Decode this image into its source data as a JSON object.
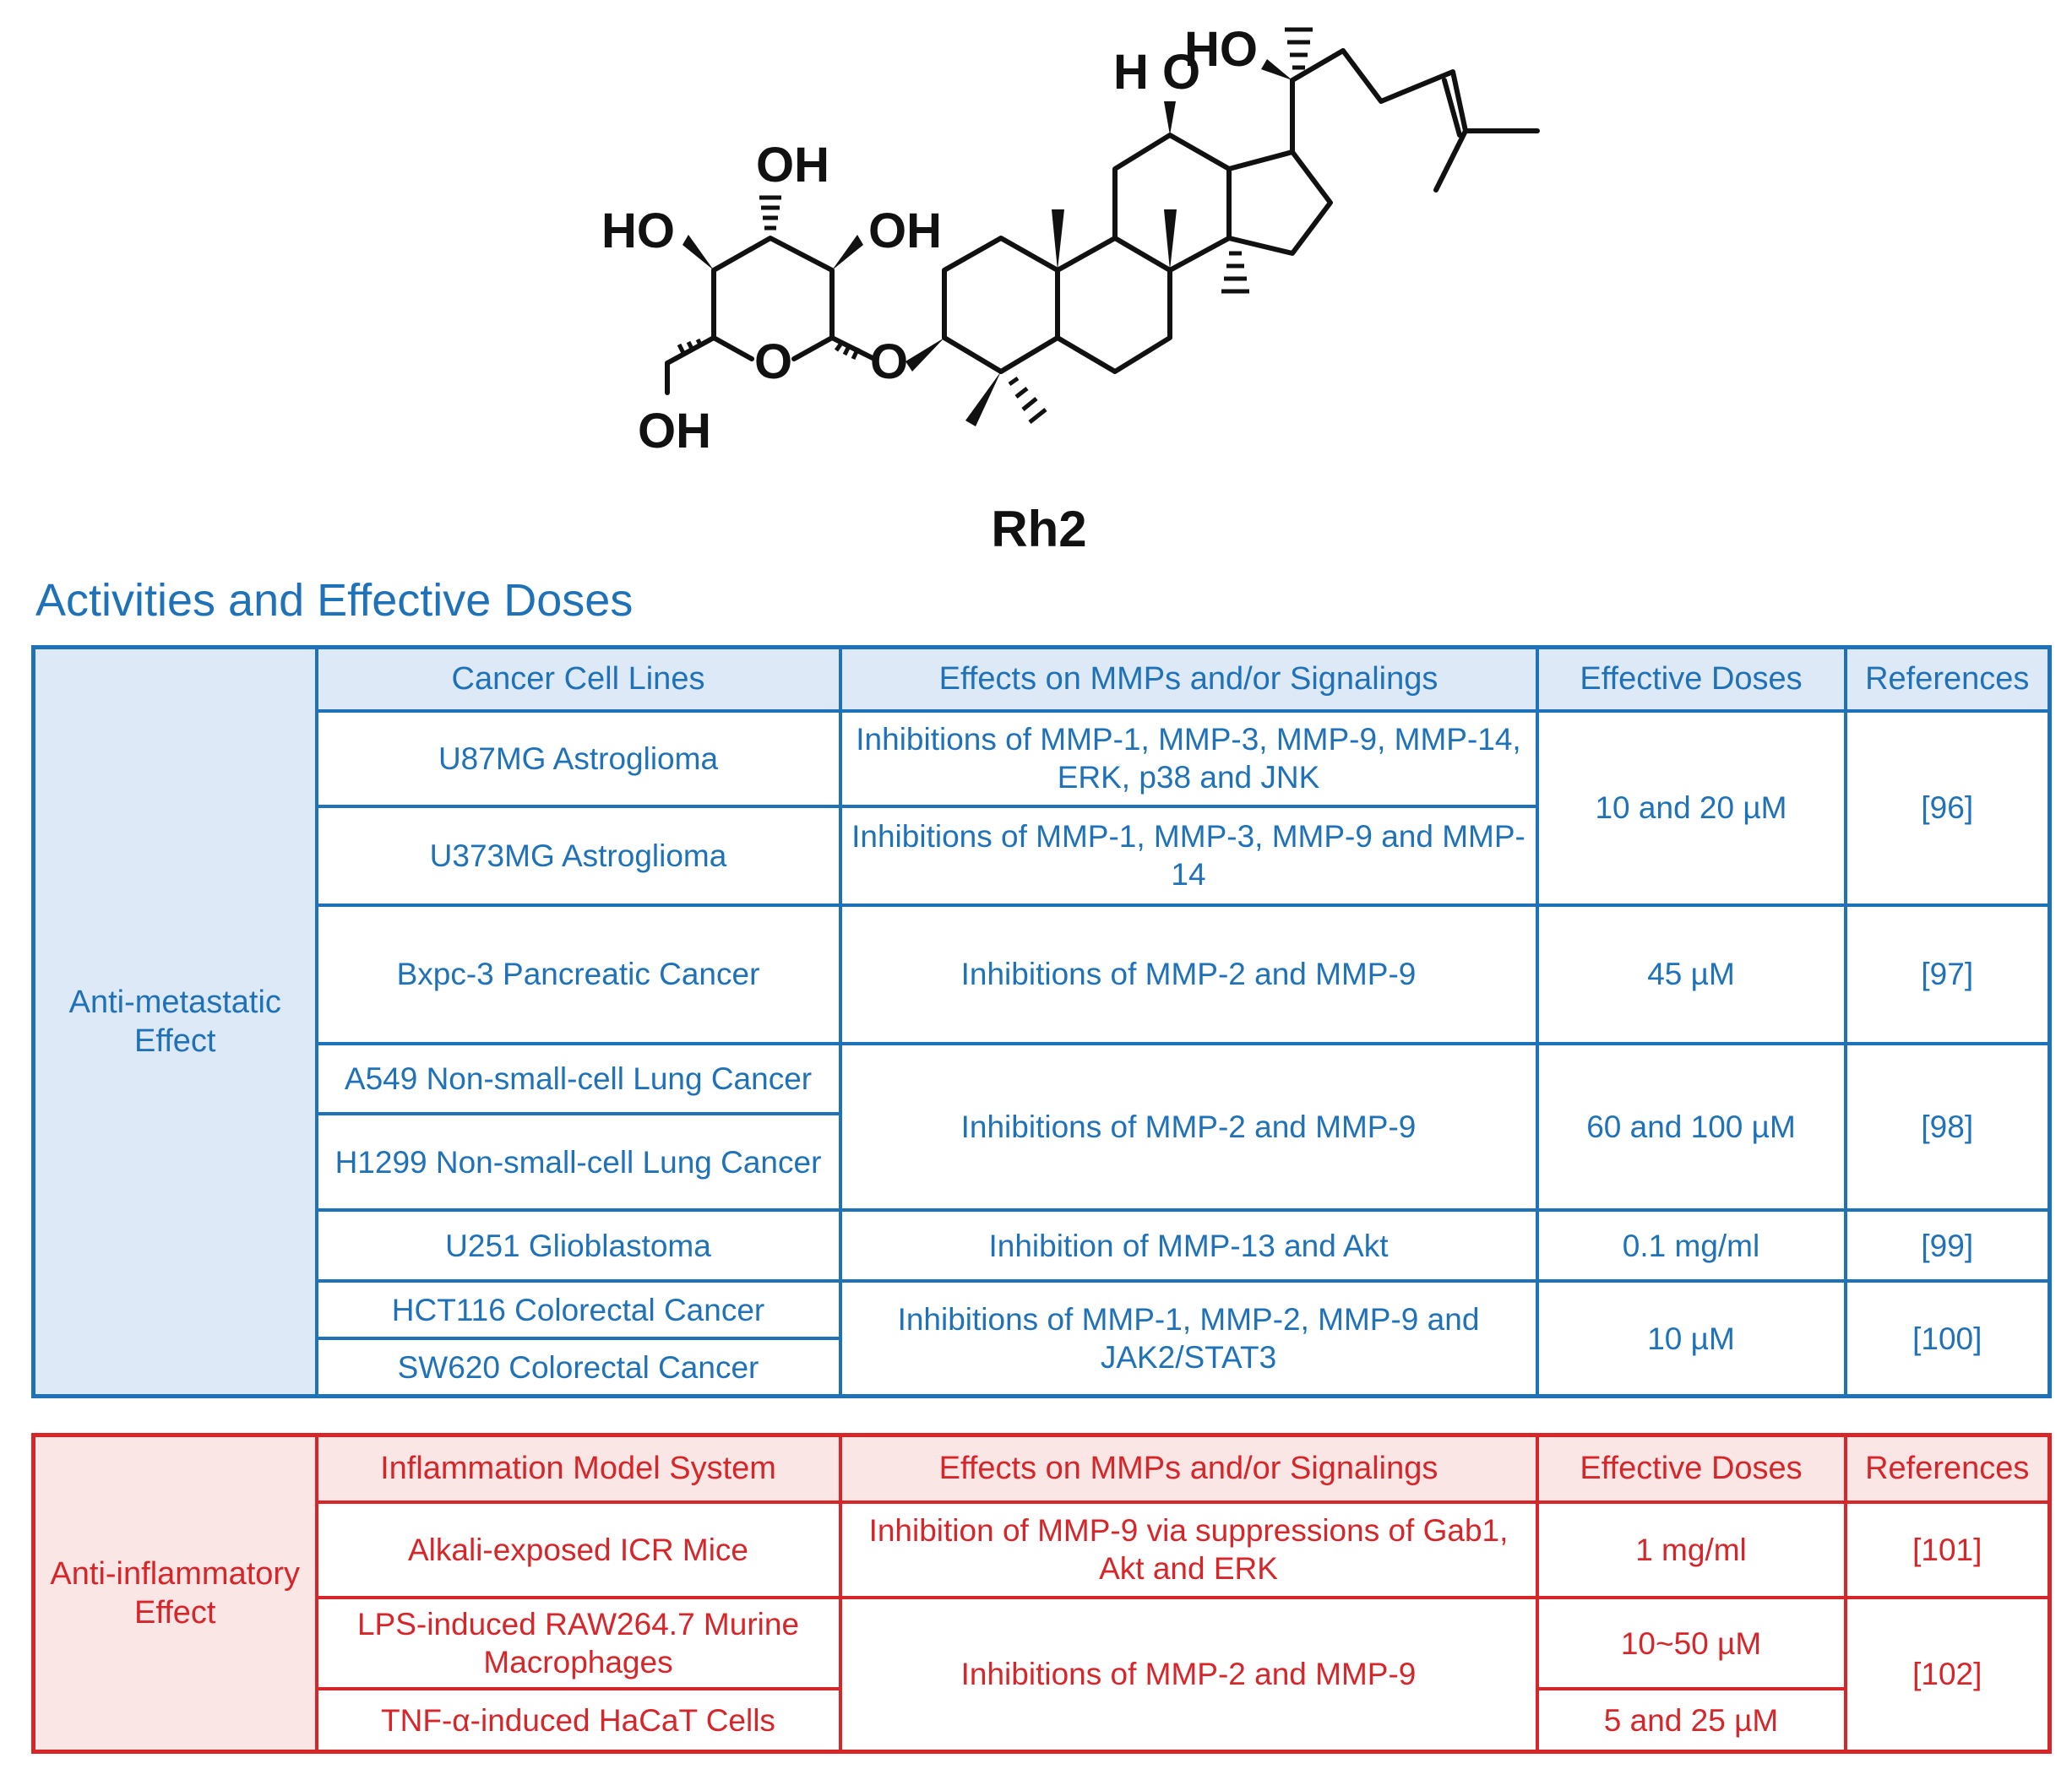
{
  "compound": {
    "name": "Rh2",
    "atom_labels": {
      "ho_a": "H O",
      "ho_b": "HO",
      "oh_top": "OH",
      "ho_left": "HO",
      "oh_right": "OH",
      "ring_o": "O",
      "glyco_o": "O",
      "oh_bottom": "OH"
    }
  },
  "section_title": "Activities and Effective Doses",
  "anti_metastatic": {
    "group_label": "Anti-metastatic Effect",
    "headers": [
      "Cancer Cell Lines",
      "Effects on MMPs and/or Signalings",
      "Effective Doses",
      "References"
    ],
    "rows": [
      {
        "cell_line": "U87MG Astroglioma",
        "effect": "Inhibitions of MMP-1, MMP-3, MMP-9, MMP-14, ERK, p38 and JNK"
      },
      {
        "cell_line": "U373MG Astroglioma",
        "effect": "Inhibitions of MMP-1, MMP-3, MMP-9 and MMP-14"
      },
      {
        "cell_line": "Bxpc-3 Pancreatic Cancer",
        "effect": "Inhibitions of MMP-2 and MMP-9",
        "dose": "45 µM",
        "ref": "[97]"
      },
      {
        "cell_line": "A549 Non-small-cell Lung Cancer"
      },
      {
        "cell_line": "H1299 Non-small-cell Lung Cancer"
      },
      {
        "cell_line": "U251 Glioblastoma",
        "effect": "Inhibition of MMP-13 and Akt",
        "dose": "0.1 mg/ml",
        "ref": "[99]"
      },
      {
        "cell_line": "HCT116 Colorectal Cancer"
      },
      {
        "cell_line": "SW620 Colorectal Cancer"
      }
    ],
    "merged": {
      "astro_dose": "10 and 20 µM",
      "astro_ref": "[96]",
      "lung_effect": "Inhibitions of MMP-2 and MMP-9",
      "lung_dose": "60 and 100 µM",
      "lung_ref": "[98]",
      "colorectal_effect": "Inhibitions of MMP-1, MMP-2, MMP-9 and JAK2/STAT3",
      "colorectal_dose": "10 µM",
      "colorectal_ref": "[100]"
    }
  },
  "anti_inflammatory": {
    "group_label": "Anti-inflammatory Effect",
    "headers": [
      "Inflammation Model System",
      "Effects on MMPs and/or Signalings",
      "Effective Doses",
      "References"
    ],
    "rows": [
      {
        "model": "Alkali-exposed ICR Mice",
        "effect": "Inhibition of MMP-9 via suppressions of Gab1, Akt and ERK",
        "dose": "1 mg/ml",
        "ref": "[101]"
      },
      {
        "model": "LPS-induced RAW264.7 Murine Macrophages",
        "dose": "10~50 µM"
      },
      {
        "model": "TNF-α-induced HaCaT Cells",
        "dose": "5 and 25 µM"
      }
    ],
    "merged": {
      "effect": "Inhibitions of MMP-2 and MMP-9",
      "ref": "[102]"
    }
  },
  "colors": {
    "blue": "#1f72b8",
    "blue_fill": "#dde9f7",
    "red": "#d6262a",
    "red_fill": "#fbe6e6"
  }
}
